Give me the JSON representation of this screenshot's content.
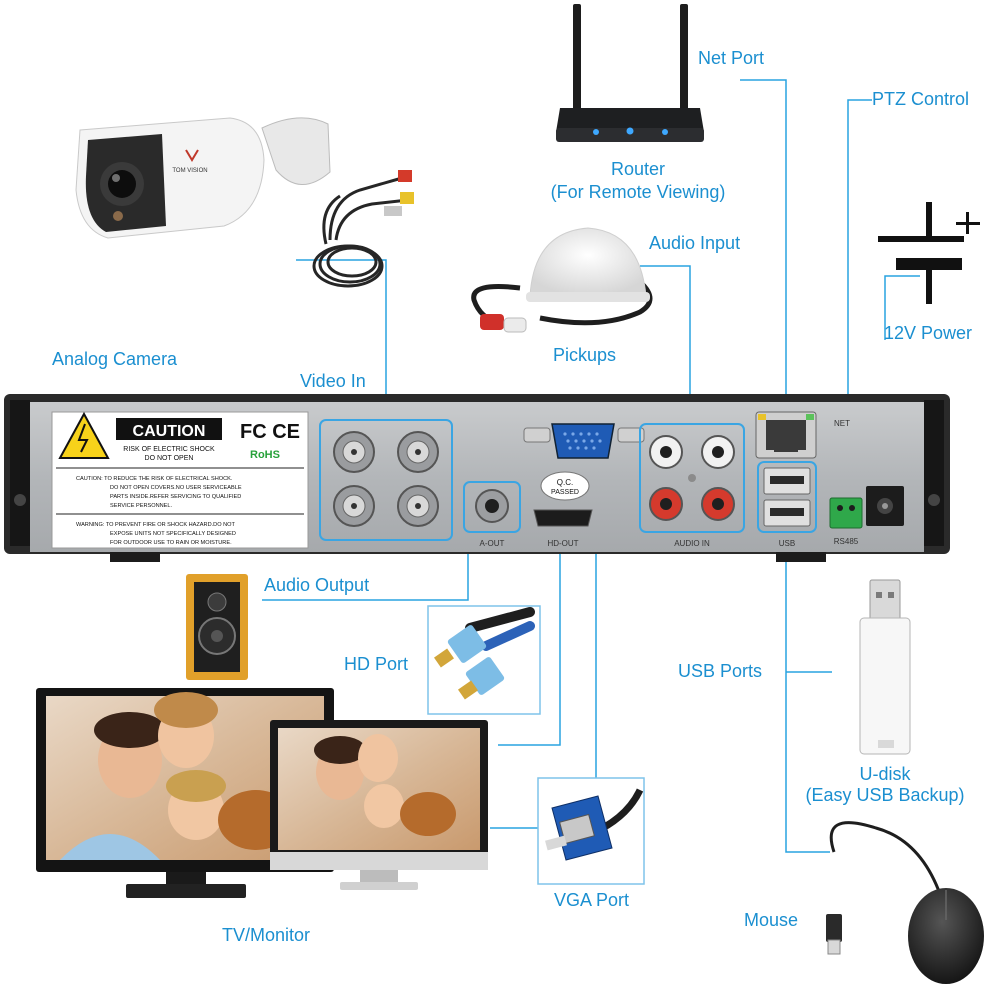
{
  "colors": {
    "label": "#1b8fd0",
    "line": "#29a3e0",
    "panel": "#b9bcbf",
    "panel_frame": "#2b2b2b",
    "highlight": "#3aa5e3"
  },
  "labels": {
    "net_port": "Net Port",
    "ptz_control": "PTZ Control",
    "router": "Router",
    "router_sub": "(For Remote Viewing)",
    "audio_input": "Audio Input",
    "power": "12V Power",
    "analog_camera": "Analog Camera",
    "pickups": "Pickups",
    "video_in": "Video In",
    "audio_output": "Audio Output",
    "hd_port": "HD Port",
    "usb_ports": "USB Ports",
    "udisk": "U-disk",
    "udisk_sub": "(Easy USB Backup)",
    "vga_port": "VGA Port",
    "mouse": "Mouse",
    "tv_monitor": "TV/Monitor"
  },
  "panel": {
    "caution": "CAUTION",
    "risk_1": "RISK OF ELECTRIC SHOCK",
    "risk_2": "DO NOT OPEN",
    "fc_ce": "FC CE",
    "rohs": "RoHS",
    "caution_text_1": "CAUTION: TO REDUCE THE RISK OF ELECTRICAL SHOCK.",
    "caution_text_2": "DO NOT OPEN COVERS.NO USER SERVICEABLE",
    "caution_text_3": "PARTS INSIDE.REFER SERVICING TO QUALIFIED",
    "caution_text_4": "SERVICE PERSONNEL.",
    "warning_text_1": "WARNING: TO PREVENT FIRE OR SHOCK HAZARD.DO NOT",
    "warning_text_2": "EXPOSE UNITS NOT SPECIFICALLY DESIGNED",
    "warning_text_3": "FOR OUTDOOR USE TO RAIN OR MOISTURE.",
    "qc_1": "Q.C.",
    "qc_2": "PASSED",
    "a_out": "A-OUT",
    "hd_out": "HD-OUT",
    "audio_in": "AUDIO IN",
    "usb": "USB",
    "rs485": "RS485",
    "net": "NET",
    "camera_brand": "TOM VISION"
  }
}
